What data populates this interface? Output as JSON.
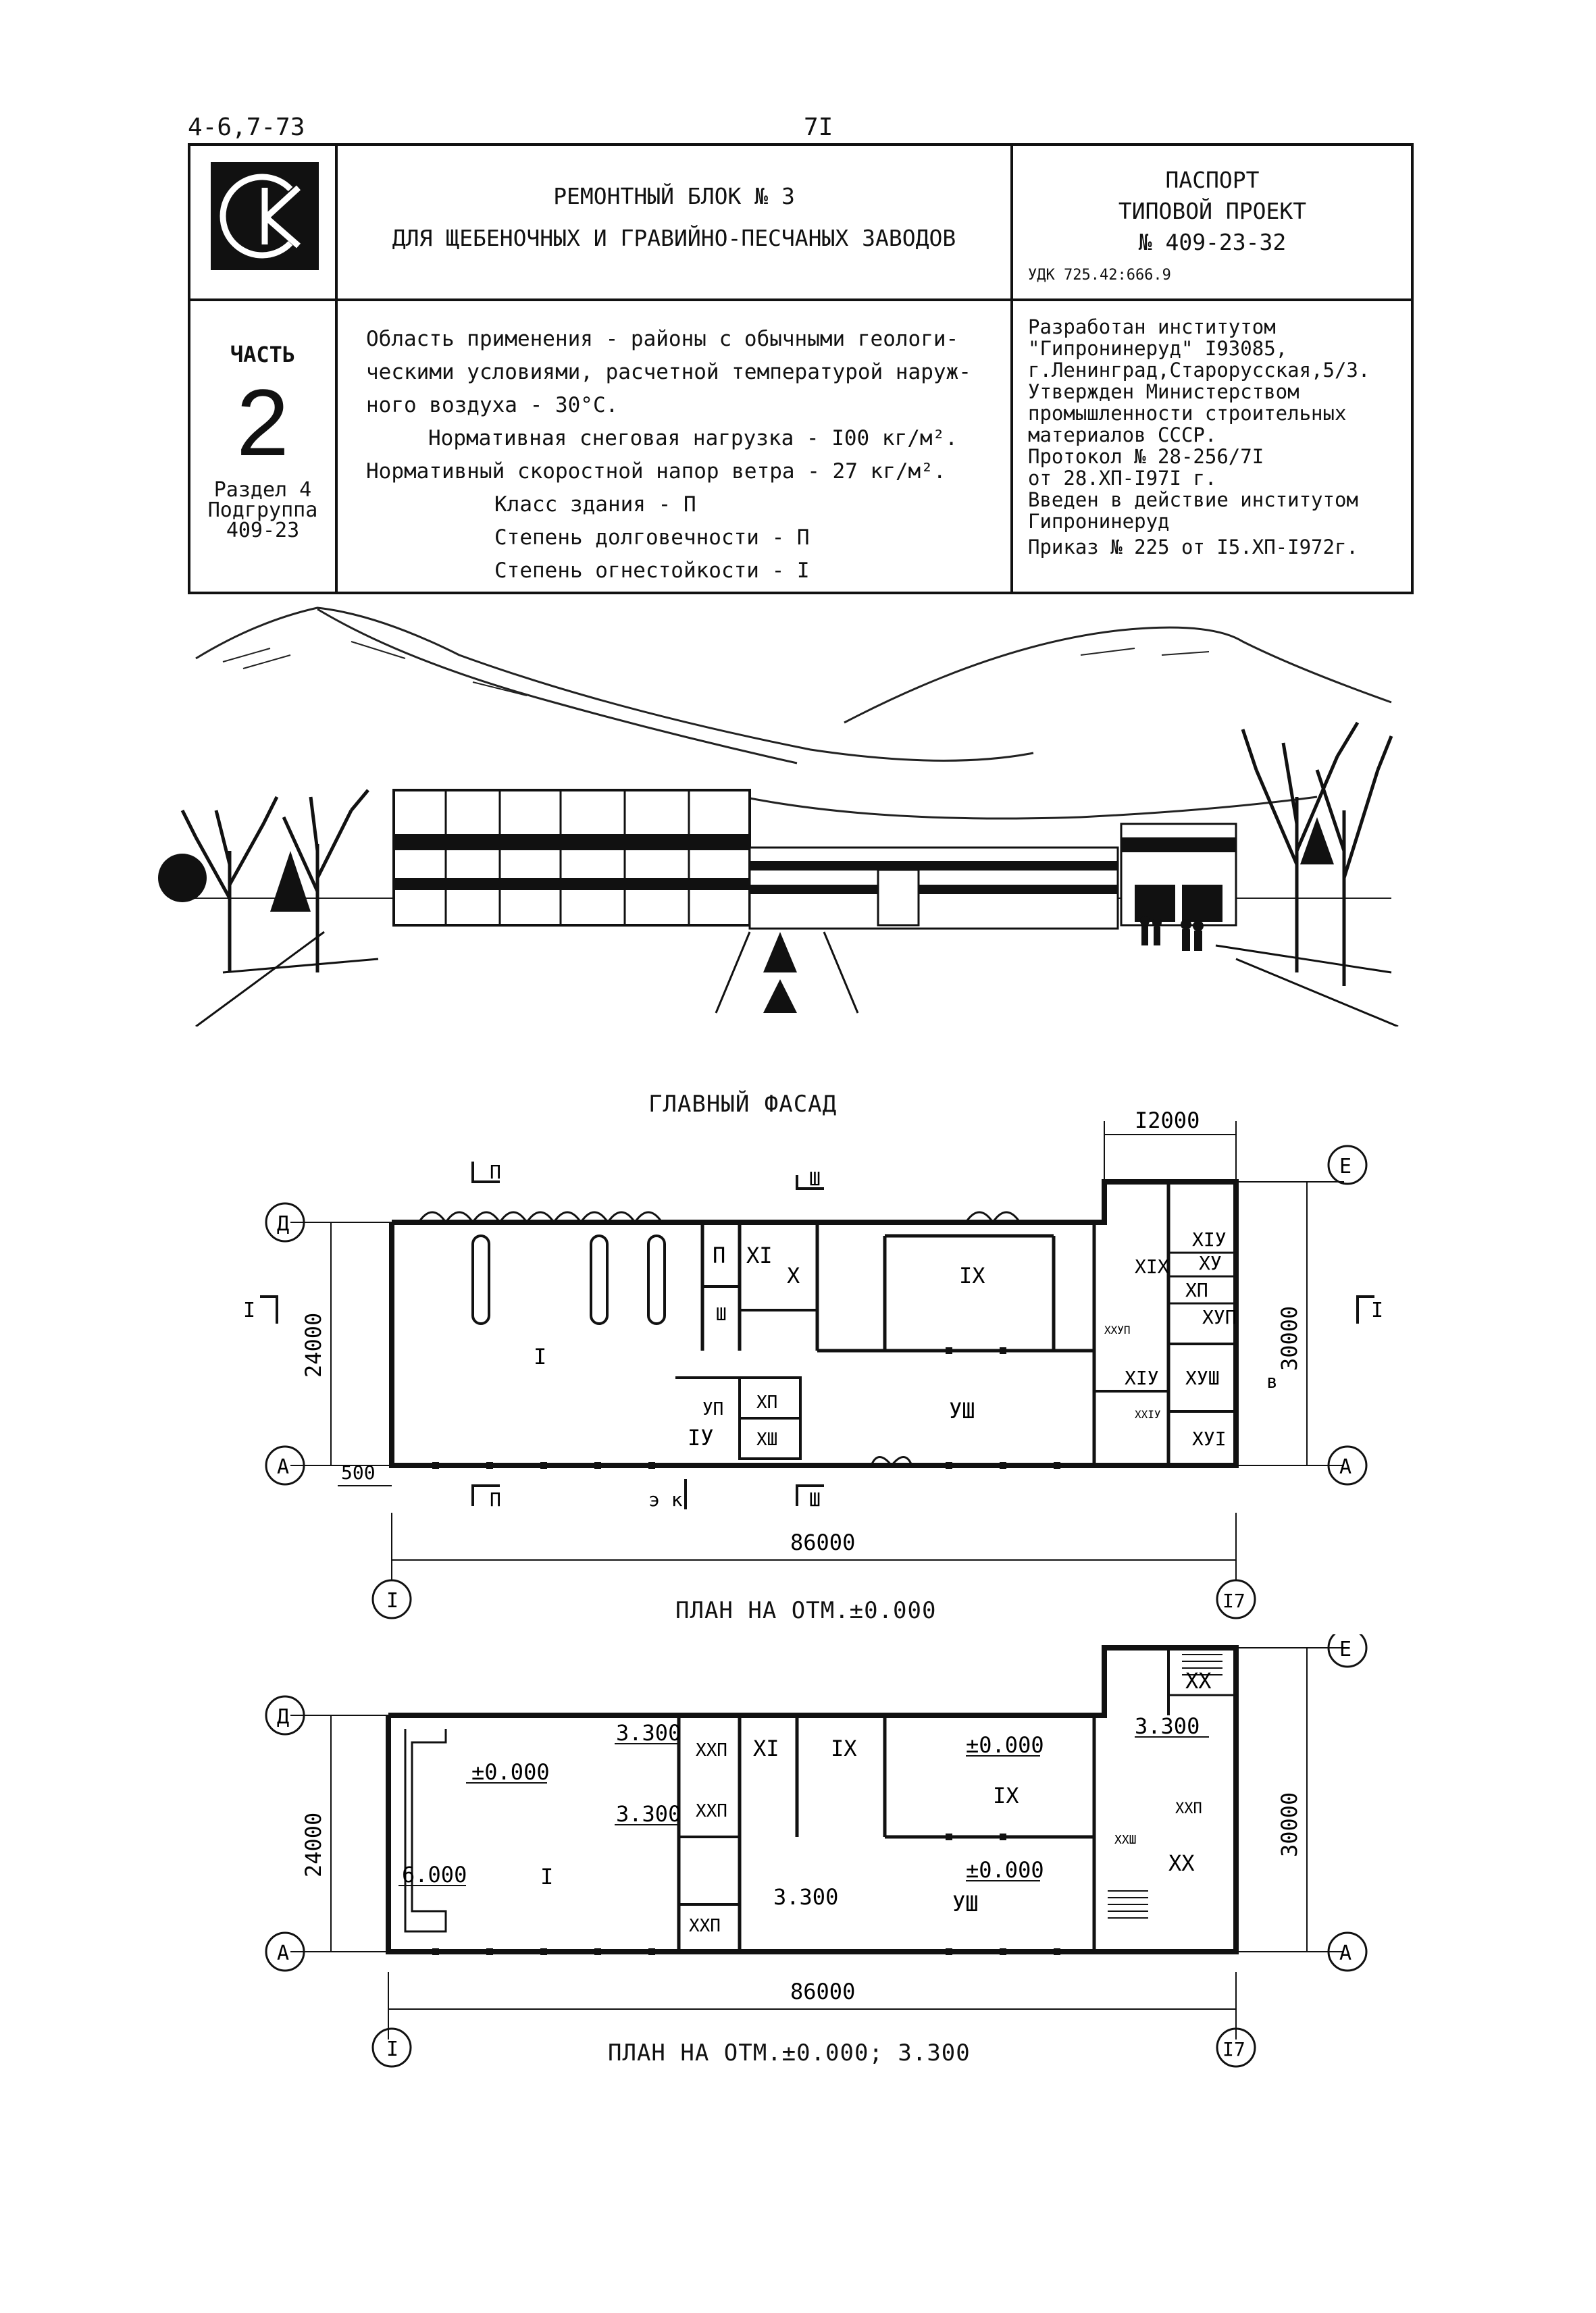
{
  "doc_code": "4-6,7-73",
  "page_number": "7I",
  "header": {
    "title_lines": [
      "РЕМОНТНЫЙ БЛОК № 3",
      "ДЛЯ ЩЕБЕНОЧНЫХ И ГРАВИЙНО-ПЕСЧАНЫХ ЗАВОДОВ"
    ],
    "passport_lines": [
      "ПАСПОРТ",
      "ТИПОВОЙ ПРОЕКТ",
      "№ 409-23-32"
    ],
    "udk": "УДК 725.42:666.9",
    "part_label": "ЧАСТЬ",
    "part_number": "2",
    "section_lines": [
      "Раздел 4",
      "Подгруппа",
      "409-23"
    ],
    "application_lines": [
      "Область применения - районы с обычными геологи-",
      "ческими условиями, расчетной температурой наруж-",
      "ного воздуха - 30°С.",
      "Нормативная снеговая нагрузка - I00 кг/м².",
      "Нормативный скоростной напор ветра -  27 кг/м².",
      "Класс здания          - П",
      "Степень долговечности - П",
      "Степень огнестойкости - I"
    ],
    "developer_lines": [
      "Разработан институтом",
      "\"Гипронинеруд\" I93085,",
      "г.Ленинград,Старорусская,5/3.",
      "Утвержден Министерством",
      "промышленности строительных",
      "материалов СССР.",
      "Протокол № 28-256/7I",
      "от 28.ХП-I97I г.",
      "Введен в действие институтом",
      "Гипронинеруд",
      "Приказ № 225 от I5.ХП-I972г."
    ]
  },
  "facade_caption": "ГЛАВНЫЙ ФАСАД",
  "plan1": {
    "caption": "ПЛАН НА ОТМ.±0.000",
    "dim_length": "86000",
    "dim_depth": "24000",
    "dim_depth_right": "30000",
    "dim_wing": "I2000",
    "dim_offset": "500",
    "axis_left": "I",
    "axis_right": "I7",
    "row_top": "Д",
    "row_bottom": "А",
    "row_top_right": "Е",
    "row_bottom_right": "А",
    "section_II": "П",
    "section_III": "Ш",
    "section_I": "I",
    "marks_ek": "э  к",
    "entry_v": "в",
    "rooms": {
      "r1": "I",
      "r2": "П",
      "r3": "Ш",
      "r4": "IУ",
      "r7": "УП",
      "r8": "УШ",
      "r9": "IХ",
      "r10": "Х",
      "r11": "ХI",
      "r12": "ХП",
      "r13": "ХШ",
      "r14": "ХIУ",
      "r15": "ХУ",
      "r16": "ХУI",
      "r17": "ХУП",
      "r18": "ХУШ",
      "r19": "ХIХ",
      "r21": "ХIУ",
      "r24": "ХХIУ",
      "r27": "ХХУП"
    }
  },
  "plan2": {
    "caption": "ПЛАН НА ОТМ.±0.000; 3.300",
    "dim_length": "86000",
    "dim_depth": "24000",
    "dim_depth_right": "30000",
    "axis_left": "I",
    "axis_right": "I7",
    "row_top": "Д",
    "row_bottom": "А",
    "row_top_right": "Е",
    "row_bottom_right": "А",
    "levels": {
      "l1": "±0.000",
      "l2": "3.300",
      "l3": "3.300",
      "l4": "6.000",
      "l5": "±0.000",
      "l6": "3.300",
      "l7": "±0.000",
      "l8": "3.300"
    },
    "rooms": {
      "r1": "I",
      "r9a": "IХ",
      "r9b": "IХ",
      "r11": "ХI",
      "r8": "УШ",
      "r20a": "ХХ",
      "r20b": "ХХ",
      "r22a": "ХХП",
      "r22b": "ХХП",
      "r22c": "ХХП",
      "r22d": "ХХП",
      "r23": "ХХШ"
    }
  }
}
